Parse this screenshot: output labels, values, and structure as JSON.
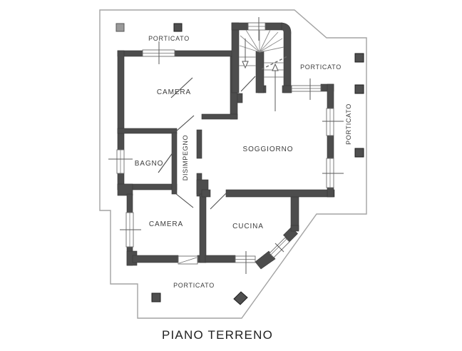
{
  "title": "PIANO TERRENO",
  "colors": {
    "wall": "#4d4d4d",
    "boundary": "#a3a3a3",
    "thin_line": "#5a5a5a",
    "text": "#3c3c3c",
    "pillar_dark": "#4f4f4f",
    "pillar_light": "#9a9a9a",
    "background": "#ffffff"
  },
  "rooms": {
    "camera_top": "CAMERA",
    "bagno": "BAGNO",
    "disimpegno": "DISIMPEGNO",
    "soggiorno": "SOGGIORNO",
    "camera_bottom": "CAMERA",
    "cucina": "CUCINA"
  },
  "porches": {
    "top": "PORTICATO",
    "right_top": "PORTICATO",
    "right_side": "PORTICATO",
    "bottom": "PORTICATO"
  }
}
